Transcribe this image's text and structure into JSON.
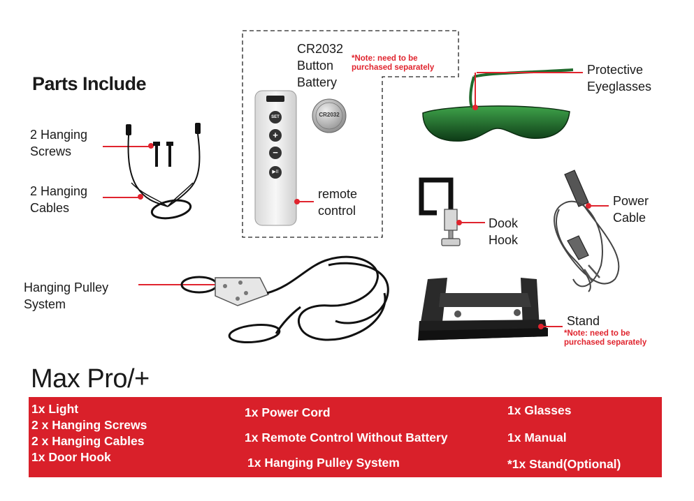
{
  "section_title": "Parts Include",
  "callouts": {
    "hanging_screws": [
      "2 Hanging",
      "Screws"
    ],
    "hanging_cables": [
      "2 Hanging",
      "Cables"
    ],
    "battery": [
      "CR2032",
      "Button",
      "Battery"
    ],
    "battery_note": [
      "*Note: need to be",
      "purchased separately"
    ],
    "remote_control": [
      "remote",
      "control"
    ],
    "protective_eyeglasses": [
      "Protective",
      "Eyeglasses"
    ],
    "power_cable": [
      "Power",
      "Cable"
    ],
    "door_hook": [
      "Dook",
      "Hook"
    ],
    "pulley_system": [
      "Hanging Pulley",
      "System"
    ],
    "stand": "Stand",
    "stand_note": [
      "*Note: need to be",
      "purchased separately"
    ]
  },
  "remote_buttons": {
    "set": "SET",
    "plus": "+",
    "minus": "−",
    "play_pause": "▶II"
  },
  "battery_face_text": "CR2032",
  "model_title": "Max Pro/+",
  "package_contents": {
    "column_1": [
      "1x Light",
      "2 x Hanging Screws",
      "2 x Hanging Cables",
      "1x Door Hook"
    ],
    "column_2": [
      "1x Power Cord",
      "1x Remote Control Without Battery",
      "1x Hanging Pulley System"
    ],
    "column_3": [
      "1x Glasses",
      "1x Manual",
      "*1x Stand(Optional)"
    ]
  },
  "colors": {
    "accent": "#e0242e",
    "band": "#d9202a",
    "text": "#1a1a1a",
    "glasses_lens": "#1f6a2c"
  }
}
